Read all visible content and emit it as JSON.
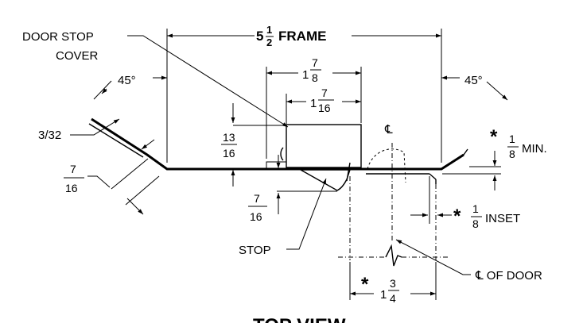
{
  "labels": {
    "door_stop_cover_line1": "DOOR STOP",
    "door_stop_cover_line2": "COVER",
    "frame_whole": "5",
    "frame_num": "1",
    "frame_den": "2",
    "frame_text": "FRAME",
    "angle_left": "45°",
    "angle_right": "45°",
    "gauge": "3/32",
    "dim_7_8_whole": "1",
    "dim_7_8_num": "7",
    "dim_7_8_den": "8",
    "dim_7_16_whole": "1",
    "dim_7_16_num": "7",
    "dim_7_16_den": "16",
    "dim_13_16_num": "13",
    "dim_13_16_den": "16",
    "dim_left_7_16_num": "7",
    "dim_left_7_16_den": "16",
    "dim_stop_7_16_num": "7",
    "dim_stop_7_16_den": "16",
    "min_ast": "*",
    "min_num": "1",
    "min_den": "8",
    "min_text": "MIN.",
    "inset_ast": "*",
    "inset_num": "1",
    "inset_den": "8",
    "inset_text": "INSET",
    "cl_top": "℄",
    "stop": "STOP",
    "cl_door": "℄ OF DOOR",
    "bottom_ast": "*",
    "bottom_whole": "1",
    "bottom_num": "3",
    "bottom_den": "4",
    "view_title": "TOP VIEW"
  }
}
